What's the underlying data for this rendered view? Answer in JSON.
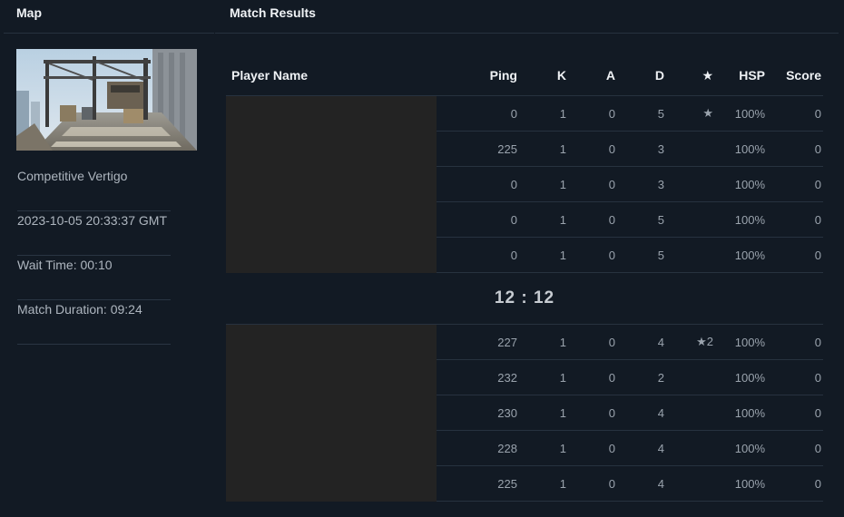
{
  "left": {
    "header": "Map",
    "map_name": "Competitive Vertigo",
    "date": "2023-10-05 20:33:37 GMT",
    "wait_time": "Wait Time: 00:10",
    "duration": "Match Duration: 09:24"
  },
  "right": {
    "header": "Match Results",
    "columns": {
      "name": "Player Name",
      "ping": "Ping",
      "k": "K",
      "a": "A",
      "d": "D",
      "mvp": "★",
      "hsp": "HSP",
      "score": "Score"
    },
    "team1": [
      {
        "ping": "0",
        "k": "1",
        "a": "0",
        "d": "5",
        "mvp": "★",
        "hsp": "100%",
        "score": "0"
      },
      {
        "ping": "225",
        "k": "1",
        "a": "0",
        "d": "3",
        "mvp": "",
        "hsp": "100%",
        "score": "0"
      },
      {
        "ping": "0",
        "k": "1",
        "a": "0",
        "d": "3",
        "mvp": "",
        "hsp": "100%",
        "score": "0"
      },
      {
        "ping": "0",
        "k": "1",
        "a": "0",
        "d": "5",
        "mvp": "",
        "hsp": "100%",
        "score": "0"
      },
      {
        "ping": "0",
        "k": "1",
        "a": "0",
        "d": "5",
        "mvp": "",
        "hsp": "100%",
        "score": "0"
      }
    ],
    "team_score": "12 : 12",
    "team2": [
      {
        "ping": "227",
        "k": "1",
        "a": "0",
        "d": "4",
        "mvp": "★2",
        "hsp": "100%",
        "score": "0"
      },
      {
        "ping": "232",
        "k": "1",
        "a": "0",
        "d": "2",
        "mvp": "",
        "hsp": "100%",
        "score": "0"
      },
      {
        "ping": "230",
        "k": "1",
        "a": "0",
        "d": "4",
        "mvp": "",
        "hsp": "100%",
        "score": "0"
      },
      {
        "ping": "228",
        "k": "1",
        "a": "0",
        "d": "4",
        "mvp": "",
        "hsp": "100%",
        "score": "0"
      },
      {
        "ping": "225",
        "k": "1",
        "a": "0",
        "d": "4",
        "mvp": "",
        "hsp": "100%",
        "score": "0"
      }
    ]
  }
}
